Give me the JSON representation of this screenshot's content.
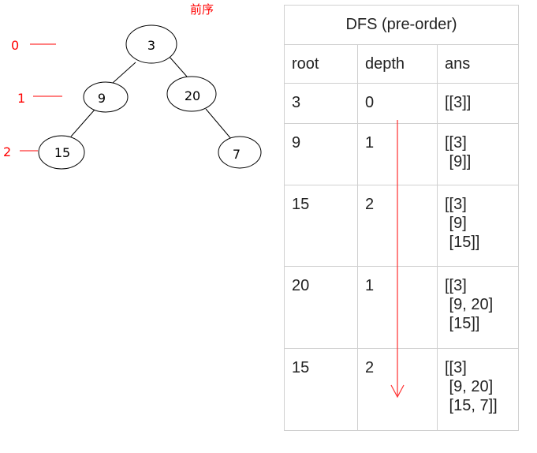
{
  "tree_title": "前序",
  "levels": [
    "0",
    "1",
    "2"
  ],
  "nodes": [
    {
      "id": "n3",
      "value": "3"
    },
    {
      "id": "n9",
      "value": "9"
    },
    {
      "id": "n20",
      "value": "20"
    },
    {
      "id": "n15",
      "value": "15"
    },
    {
      "id": "n7",
      "value": "7"
    }
  ],
  "edges": [
    [
      "n3",
      "n9"
    ],
    [
      "n3",
      "n20"
    ],
    [
      "n9",
      "n15"
    ],
    [
      "n20",
      "n7"
    ]
  ],
  "table": {
    "title": "DFS (pre-order)",
    "headers": [
      "root",
      "depth",
      "ans"
    ],
    "rows": [
      {
        "root": "3",
        "depth": "0",
        "ans": [
          "[[3]]"
        ]
      },
      {
        "root": "9",
        "depth": "1",
        "ans": [
          "[[3]",
          " [9]]"
        ]
      },
      {
        "root": "15",
        "depth": "2",
        "ans": [
          "[[3]",
          " [9]",
          " [15]]"
        ]
      },
      {
        "root": "20",
        "depth": "1",
        "ans": [
          "[[3]",
          " [9, 20]",
          " [15]]"
        ]
      },
      {
        "root": "15",
        "depth": "2",
        "ans": [
          "[[3]",
          " [9, 20]",
          " [15, 7]]"
        ]
      }
    ]
  },
  "colors": {
    "accent": "#ff0000",
    "border": "#d0d0d0",
    "text": "#222222"
  }
}
